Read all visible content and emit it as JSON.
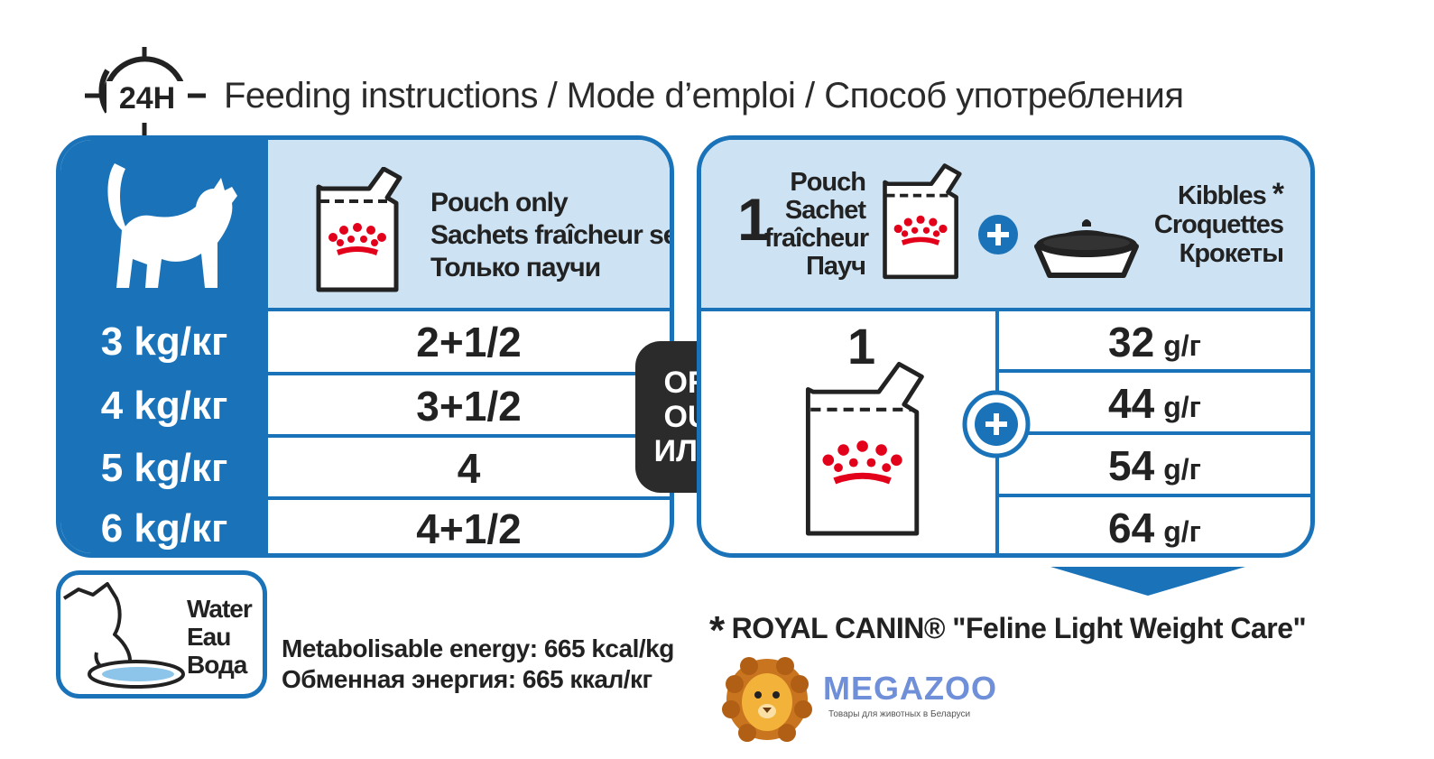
{
  "header": {
    "clock_label": "24H",
    "title": "Feeding instructions / Mode d’emploi / Способ употребления"
  },
  "left_panel": {
    "pouch_only_lines": [
      "Pouch only",
      "Sachets fraîcheur seuls",
      "Только паучи"
    ],
    "rows": [
      {
        "weight": "3 kg/кг",
        "value": "2+1/2"
      },
      {
        "weight": "4 kg/кг",
        "value": "3+1/2"
      },
      {
        "weight": "5 kg/кг",
        "value": "4"
      },
      {
        "weight": "6 kg/кг",
        "value": "4+1/2"
      }
    ]
  },
  "or_badge": [
    "OR",
    "OU",
    "ИЛИ"
  ],
  "right_panel": {
    "pouch_count": "1",
    "pouch_lines": [
      "Pouch",
      "Sachet",
      "fraîcheur",
      "Пауч"
    ],
    "kibbles_lines": [
      "Kibbles",
      "Croquettes",
      "Крокеты"
    ],
    "kibbles_star": "*",
    "pouch_big_count": "1",
    "grams": [
      {
        "value": "32",
        "unit": "g/г"
      },
      {
        "value": "44",
        "unit": "g/г"
      },
      {
        "value": "54",
        "unit": "g/г"
      },
      {
        "value": "64",
        "unit": "g/г"
      }
    ]
  },
  "water": {
    "lines": [
      "Water",
      "Eau",
      "Вода"
    ]
  },
  "energy": {
    "line1": "Metabolisable energy: 665 kcal/kg",
    "line2": "Обменная энергия: 665 ккал/кг"
  },
  "footnote": {
    "star": "*",
    "text": "ROYAL CANIN® \"Feline Light Weight Care\""
  },
  "logo": {
    "brand": "MEGAZOO",
    "tagline": "Товары для животных в Беларуси"
  },
  "colors": {
    "blue": "#1a73b8",
    "light_blue": "#cde3f3",
    "red": "#e3001b",
    "badge": "#2b2b2b"
  }
}
